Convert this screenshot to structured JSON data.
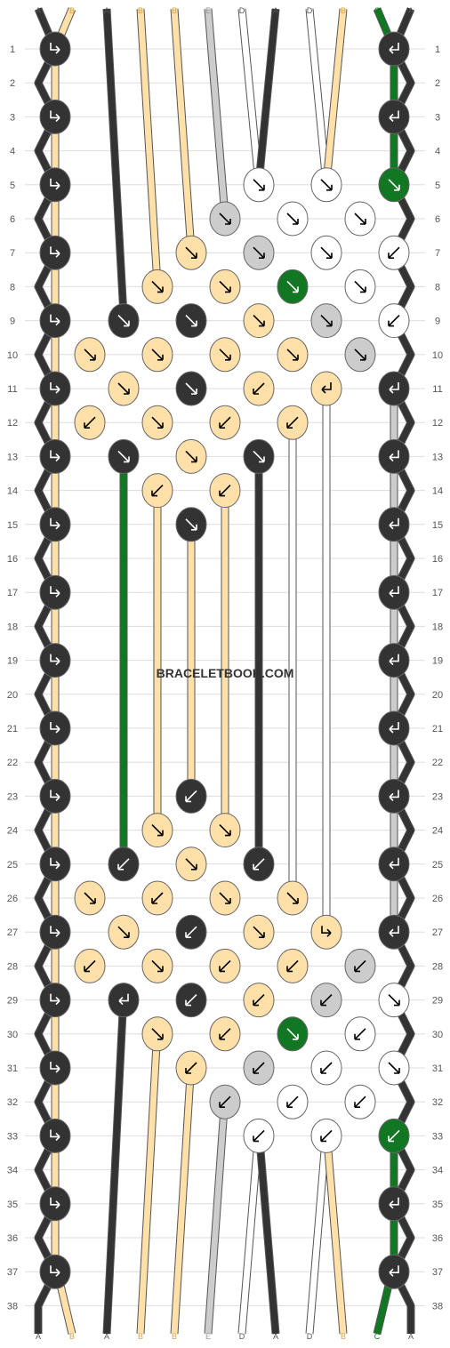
{
  "watermark": "BRACELETBOOK.COM",
  "colors": {
    "A": "#333333",
    "B": "#ffe0a8",
    "C": "#117722",
    "D": "#ffffff",
    "E": "#cccccc"
  },
  "strands_top": [
    "A",
    "B",
    "A",
    "B",
    "B",
    "E",
    "D",
    "A",
    "D",
    "B",
    "C",
    "A"
  ],
  "strands_bottom": [
    "A",
    "B",
    "A",
    "B",
    "B",
    "E",
    "D",
    "A",
    "D",
    "B",
    "C",
    "A"
  ],
  "rows": [
    "1",
    "2",
    "3",
    "4",
    "5",
    "6",
    "7",
    "8",
    "9",
    "10",
    "11",
    "12",
    "13",
    "14",
    "15",
    "16",
    "17",
    "18",
    "19",
    "20",
    "21",
    "22",
    "23",
    "24",
    "25",
    "26",
    "27",
    "28",
    "29",
    "30",
    "31",
    "32",
    "33",
    "34",
    "35",
    "36",
    "37",
    "38"
  ]
}
